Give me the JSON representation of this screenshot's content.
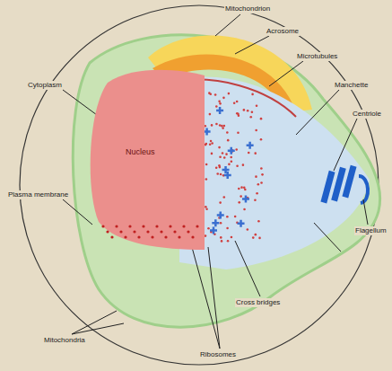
{
  "diagram": {
    "nodes": [
      {
        "text": [
          "Nucleus"
        ]
      }
    ],
    "labels": [
      "Mitochondrion",
      "Acrosome",
      "Microtubules",
      "Manchette",
      "Centriole",
      "Flagellum",
      "Cytoplasm",
      "Plasma membrane",
      "Cross bridges",
      "Ribosomes",
      "Mitochondria"
    ]
  }
}
